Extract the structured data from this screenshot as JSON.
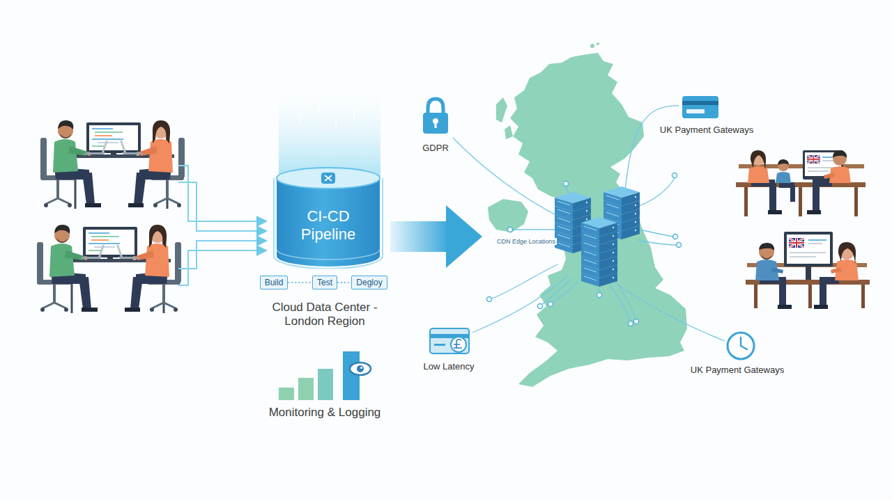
{
  "diagram": {
    "nodes": [
      {
        "text": [
          "CI-CD Pipeline"
        ]
      },
      {
        "text": [
          "Build"
        ]
      },
      {
        "text": [
          "Test"
        ]
      },
      {
        "text": [
          "Degloy"
        ]
      }
    ],
    "edges": [
      {
        "from": 1,
        "to": 2,
        "arrow": "none"
      },
      {
        "from": 2,
        "to": 3,
        "arrow": "none"
      }
    ],
    "labels": [
      "Cloud Data Center - London Region",
      "Monitoring & Logging",
      "GDPR",
      "UK Payment Gateways",
      "CDN Edge Locations",
      "Low Latency",
      "UK Payment Gateways"
    ]
  }
}
